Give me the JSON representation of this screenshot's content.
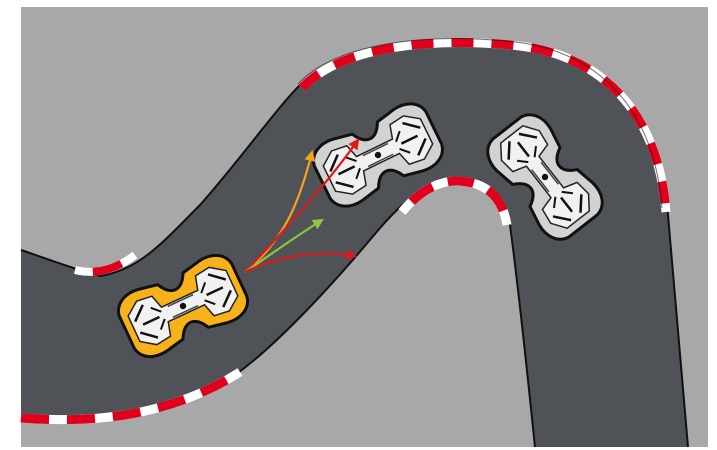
{
  "scene": {
    "type": "top-down racing track illustration",
    "colors": {
      "background": "#ffffff",
      "grass": "#a8a8a8",
      "asphalt": "#4f5257",
      "curb_red": "#e0001b",
      "curb_white": "#ffffff",
      "outline": "#111111",
      "player_car": "#f7b21b",
      "opponent_car": "#d2d2d2",
      "car_interior": "#f1f1f1"
    },
    "cars": [
      {
        "name": "player-car",
        "color": "#f7b21b",
        "highlighted": true
      },
      {
        "name": "opponent-car-center",
        "color": "#d2d2d2",
        "highlighted": false
      },
      {
        "name": "opponent-car-right",
        "color": "#d2d2d2",
        "highlighted": false
      }
    ],
    "trajectories": [
      {
        "name": "orange-trajectory-arrow",
        "color": "#f7a21b"
      },
      {
        "name": "red-trajectory-arrow-upper",
        "color": "#dd1a1a"
      },
      {
        "name": "green-trajectory-arrow",
        "color": "#8cc63f"
      },
      {
        "name": "red-trajectory-arrow-lower",
        "color": "#dd1a1a"
      }
    ]
  }
}
